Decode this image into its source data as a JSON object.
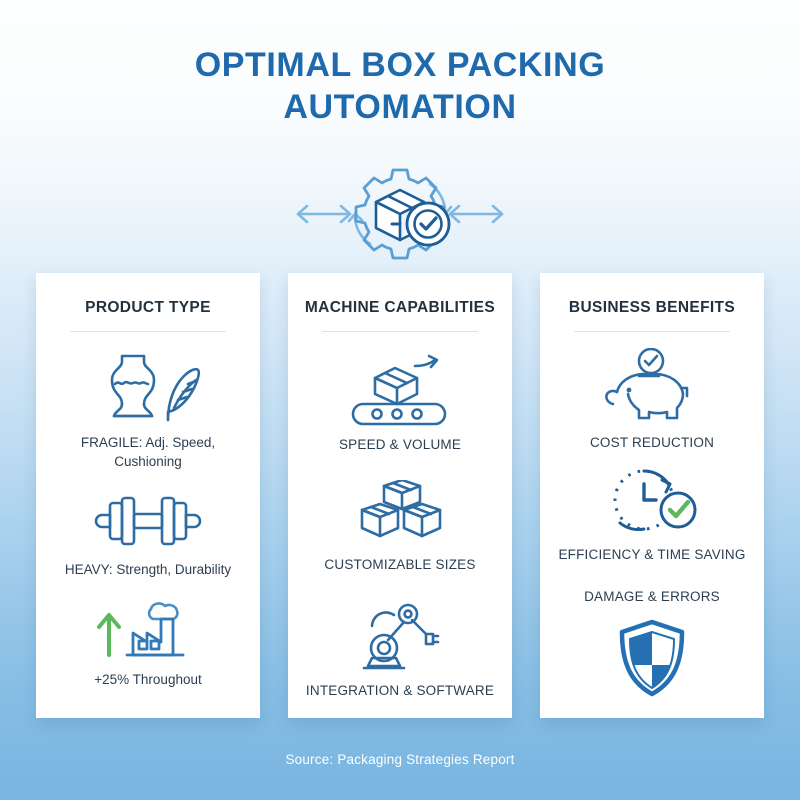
{
  "title": {
    "line1": "OPTIMAL BOX PACKING",
    "line2": "AUTOMATION",
    "color": "#1f69ad"
  },
  "hero": {
    "icon": "gear-box-check-cycle-icon",
    "accent_color": "#2e6da4"
  },
  "theme": {
    "icon_blue": "#2e6da4",
    "icon_light_blue": "#7fb8e0",
    "green": "#5cb85c",
    "heading_color": "#22313f",
    "body_color": "#2c3e50",
    "card_background": "#ffffff",
    "background_top": "#fdfeff",
    "background_bottom": "#78b5e0"
  },
  "cards": [
    {
      "header": "PRODUCT TYPE",
      "items": [
        {
          "icon": "vase-feather-icon",
          "label": "FRAGILE: Adj. Speed, Cushioning"
        },
        {
          "icon": "dumbbell-icon",
          "label": "HEAVY: Strength, Durability"
        },
        {
          "icon": "factory-growth-arrow-icon",
          "label": "+25% Throughout"
        }
      ]
    },
    {
      "header": "MACHINE CAPABILITIES",
      "items": [
        {
          "icon": "conveyor-belt-box-icon",
          "label": "SPEED & VOLUME"
        },
        {
          "icon": "stacked-boxes-icon",
          "label": "CUSTOMIZABLE SIZES"
        },
        {
          "icon": "robotic-arm-icon",
          "label": "INTEGRATION & SOFTWARE"
        }
      ]
    },
    {
      "header": "BUSINESS BENEFITS",
      "items": [
        {
          "icon": "piggy-bank-check-icon",
          "label": "COST REDUCTION"
        },
        {
          "icon": "clock-check-icon",
          "label": "EFFICIENCY & TIME SAVING"
        },
        {
          "icon": "shield-icon",
          "label": "DAMAGE & ERRORS"
        }
      ]
    }
  ],
  "footer": {
    "source": "Source: Packaging Strategies Report"
  }
}
